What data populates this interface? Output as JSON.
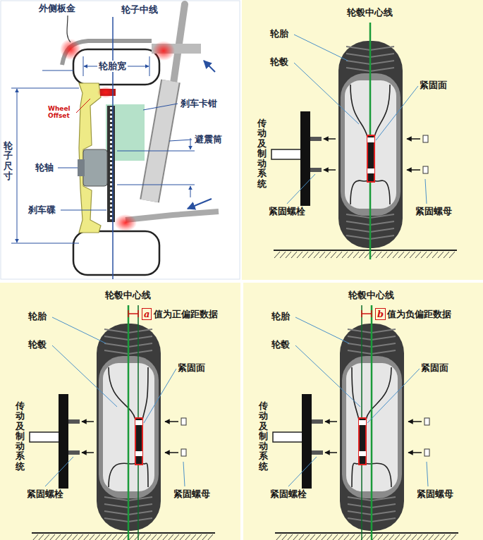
{
  "diagram": {
    "labels": [
      "外侧板金",
      "轮子中线",
      "轮胎宽",
      "Wheel Offset",
      "刹车卡钳",
      "避震筒",
      "轮子尺寸",
      "轮轴",
      "刹车碟",
      "轮毂中心线",
      "轮胎",
      "轮毂",
      "紧固面",
      "传动及制动系统",
      "紧固螺栓",
      "紧固螺母",
      "轮毂中心线",
      "a",
      "值为正偏距数据",
      "轮胎",
      "轮毂",
      "紧固面",
      "传动及制动系统",
      "紧固螺栓",
      "紧固螺母",
      "轮毂中心线",
      "b",
      "值为负偏距数据",
      "轮胎",
      "轮毂",
      "紧固面",
      "传动及制动系统",
      "紧固螺栓",
      "紧固螺母"
    ]
  }
}
